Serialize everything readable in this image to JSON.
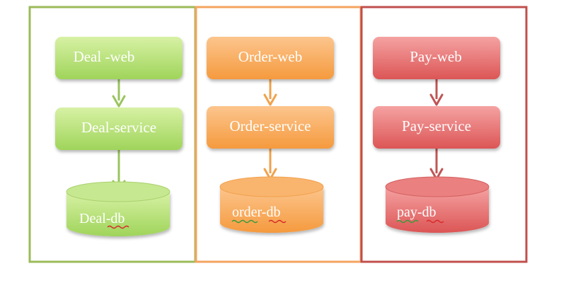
{
  "colors": {
    "green_border": "#9bbb59",
    "orange_border": "#f4a460",
    "red_border": "#c0504d",
    "green_top": "#d7f1a4",
    "green_bottom": "#9fd45a",
    "orange_top": "#fcc58d",
    "orange_bottom": "#f59a3e",
    "red_top": "#f5a2a2",
    "red_bottom": "#dc5555",
    "green_arrow": "#9ac45e",
    "orange_arrow": "#f1a24c",
    "red_arrow": "#c05454",
    "squiggle": "#d62a2a"
  },
  "columns": [
    {
      "key": "deal",
      "web": "Deal -web",
      "service": "Deal-service",
      "db": "Deal-db"
    },
    {
      "key": "order",
      "web": "Order-web",
      "service": "Order-service",
      "db": "order-db"
    },
    {
      "key": "pay",
      "web": "Pay-web",
      "service": "Pay-service",
      "db": "pay-db"
    }
  ]
}
